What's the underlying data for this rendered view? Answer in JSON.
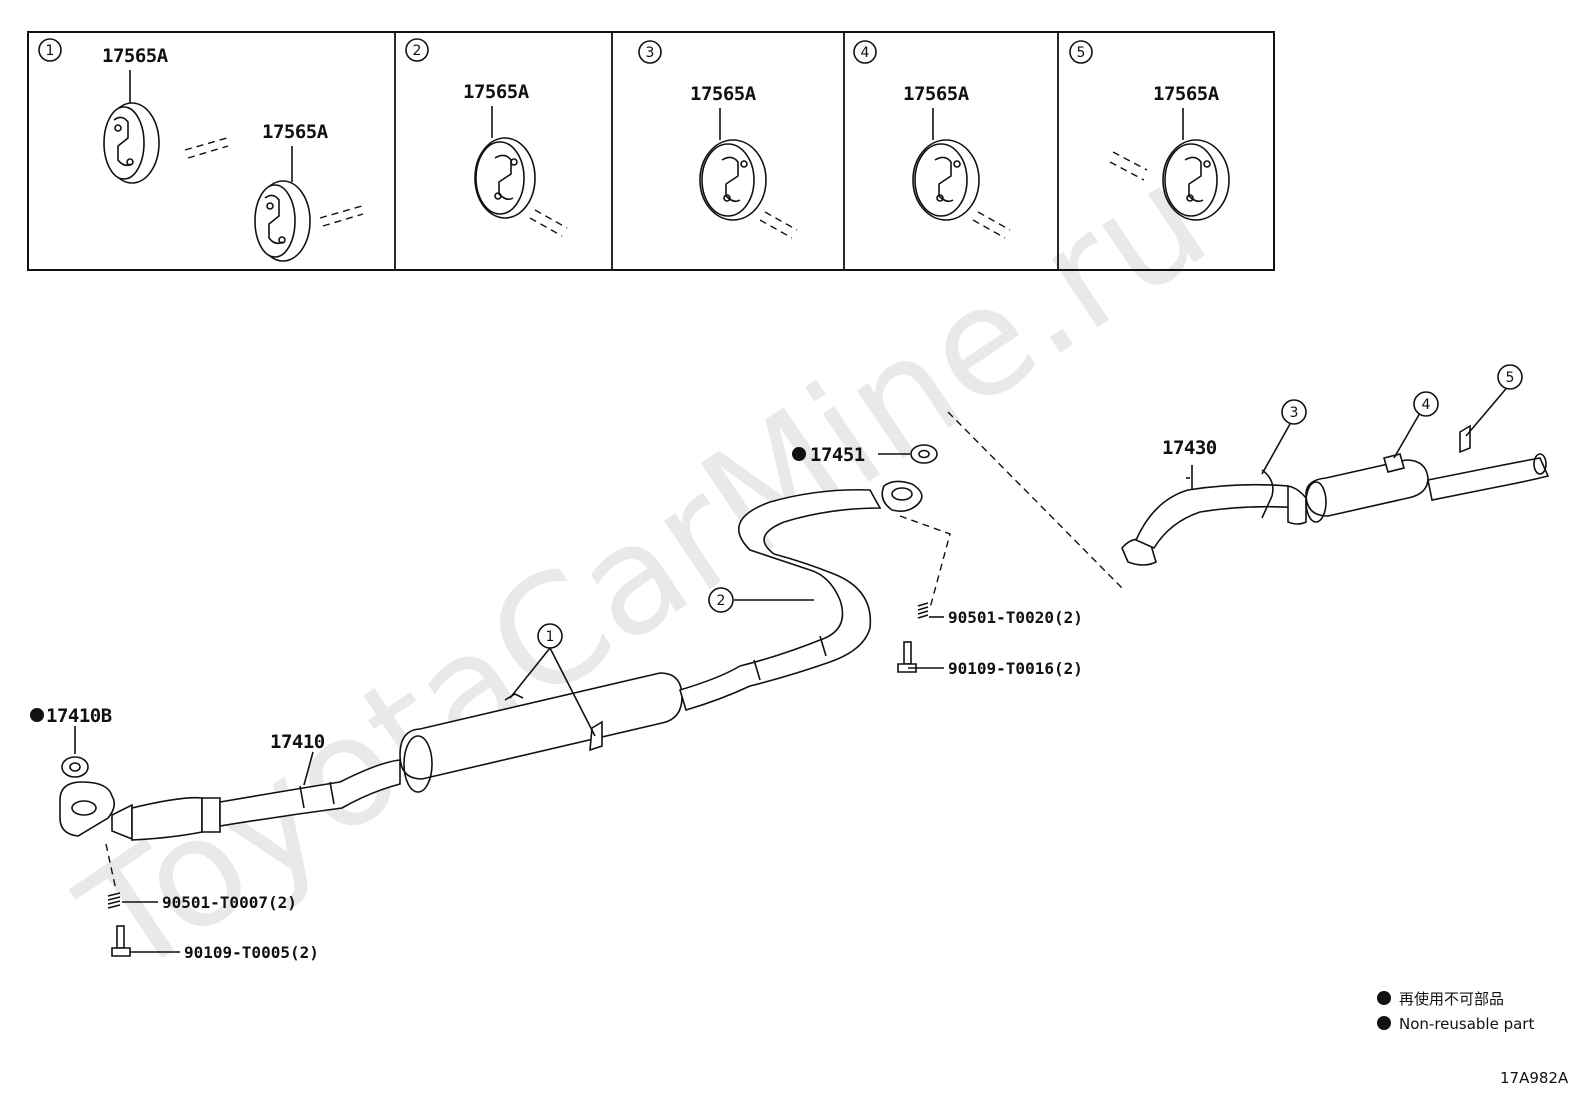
{
  "watermark": "ToyotaCarMine.ru",
  "inset_panels": [
    {
      "num": "1",
      "labels": [
        "17565A",
        "17565A"
      ]
    },
    {
      "num": "2",
      "labels": [
        "17565A"
      ]
    },
    {
      "num": "3",
      "labels": [
        "17565A"
      ]
    },
    {
      "num": "4",
      "labels": [
        "17565A"
      ]
    },
    {
      "num": "5",
      "labels": [
        "17565A"
      ]
    }
  ],
  "parts": {
    "p17451": "17451",
    "p17430": "17430",
    "p17410B": "17410B",
    "p17410": "17410",
    "p90501_T0020": "90501-T0020(2)",
    "p90109_T0016": "90109-T0016(2)",
    "p90501_T0007": "90501-T0007(2)",
    "p90109_T0005": "90109-T0005(2)"
  },
  "callouts": {
    "c1": "1",
    "c2": "2",
    "c3": "3",
    "c4": "4",
    "c5": "5"
  },
  "legend": {
    "line1": "再使用不可部品",
    "line2": "Non-reusable part"
  },
  "diagram_code": "17A982A"
}
